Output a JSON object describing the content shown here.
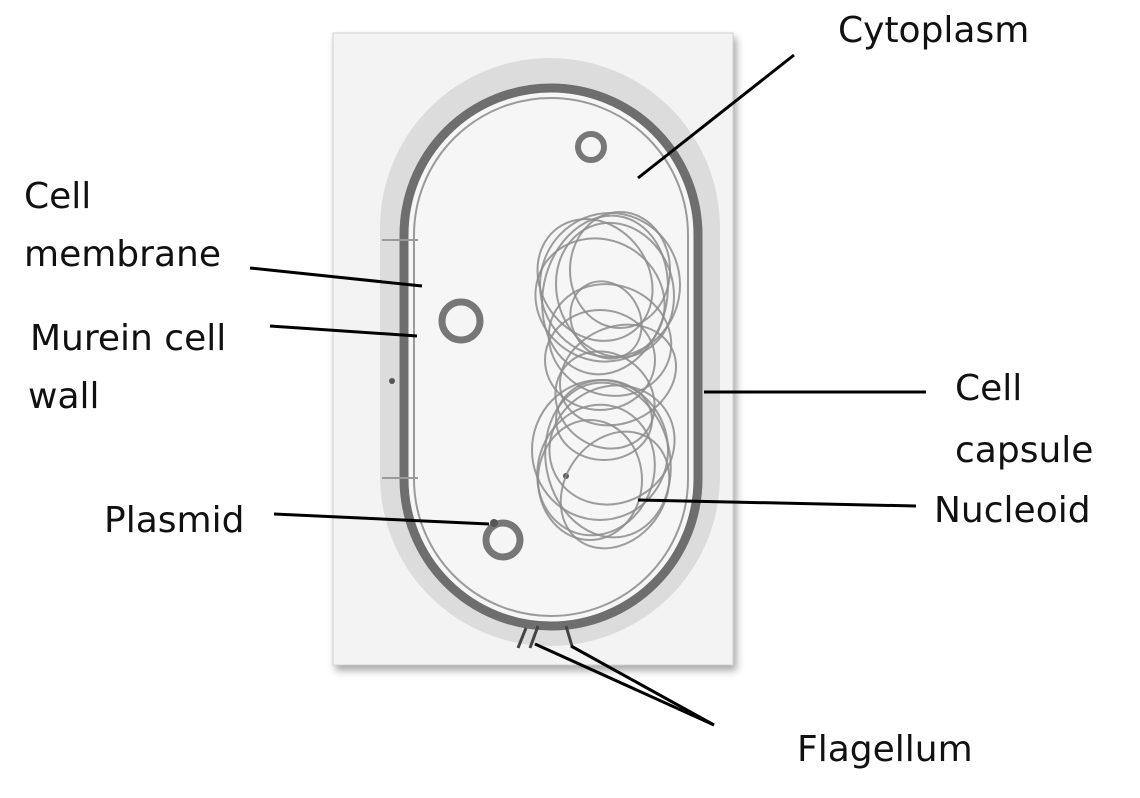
{
  "labels": {
    "cytoplasm": "Cytoplasm",
    "cell_membrane_line1": "Cell",
    "cell_membrane_line2": "membrane",
    "murein_line1": "Murein cell",
    "murein_line2": "wall",
    "capsule_line1": "Cell",
    "capsule_line2": "capsule",
    "nucleoid": "Nucleoid",
    "plasmid": "Plasmid",
    "flagellum": "Flagellum"
  },
  "colors": {
    "panel": "#f3f3f3",
    "capsule": "#dcdcdc",
    "wall": "#6e6e6e",
    "cytoplasm": "#f5f5f5",
    "nucleoid": "#8c8c8c",
    "leader_line": "#000000"
  }
}
